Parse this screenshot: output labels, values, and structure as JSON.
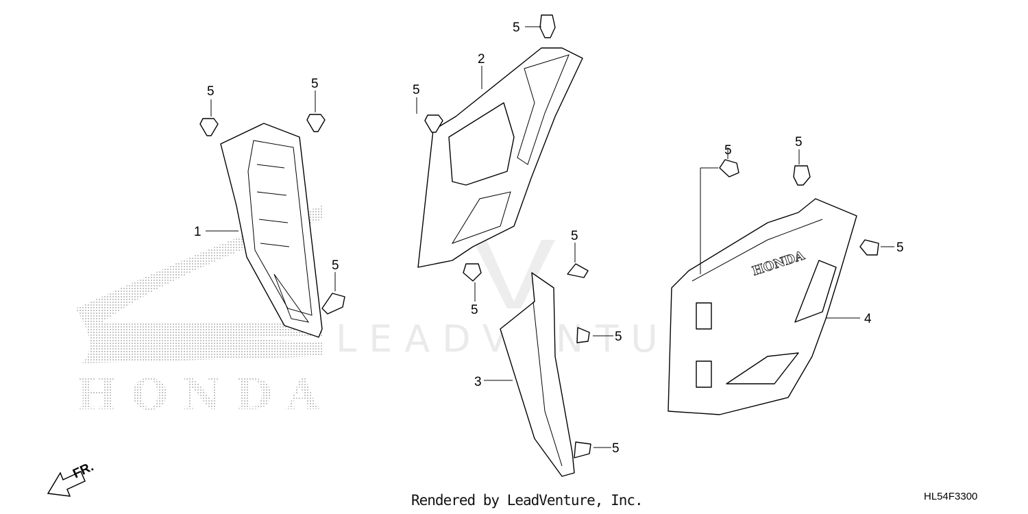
{
  "diagram": {
    "part_code": "HL54F3300",
    "credit": "Rendered by LeadVenture, Inc.",
    "watermark": "LEADVENTURE",
    "brand_logo_text": "HONDA",
    "front_marker": "FR.",
    "callouts": {
      "c1": "1",
      "c2": "2",
      "c3": "3",
      "c4": "4",
      "f1": "5",
      "f2": "5",
      "f3": "5",
      "f4": "5",
      "f5": "5",
      "f6": "5",
      "f7": "5",
      "f8": "5",
      "f9": "5",
      "f10": "5",
      "f11": "5",
      "f12": "5"
    }
  }
}
